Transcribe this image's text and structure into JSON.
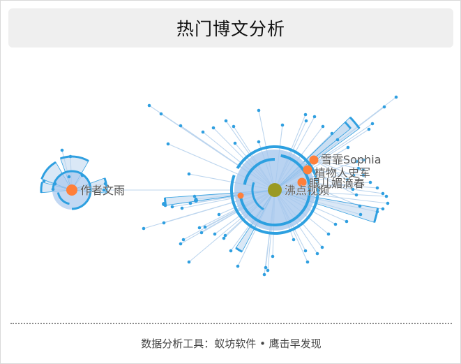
{
  "header": {
    "title": "热门博文分析"
  },
  "footer": {
    "text": "数据分析工具：蚁坊软件 • 鹰击早发现"
  },
  "colors": {
    "edge": "#bcd5ee",
    "leaf": "#2f9fe0",
    "ring": "#2da0e0",
    "hub_fill": "#a8c8ee",
    "user": "#ff7f3a",
    "root": "#9a9a23"
  },
  "graph": {
    "nodes": [
      {
        "id": "root",
        "label": "沸点视频",
        "kind": "root"
      },
      {
        "id": "u_xueling",
        "label": "雪霏Sophia",
        "kind": "user"
      },
      {
        "id": "u_zhiwu",
        "label": "植物人史军",
        "kind": "user"
      },
      {
        "id": "u_yaner",
        "label": "眼儿媚滴春",
        "kind": "user"
      },
      {
        "id": "u_zuozhe",
        "label": "作者文雨",
        "kind": "user"
      }
    ]
  }
}
